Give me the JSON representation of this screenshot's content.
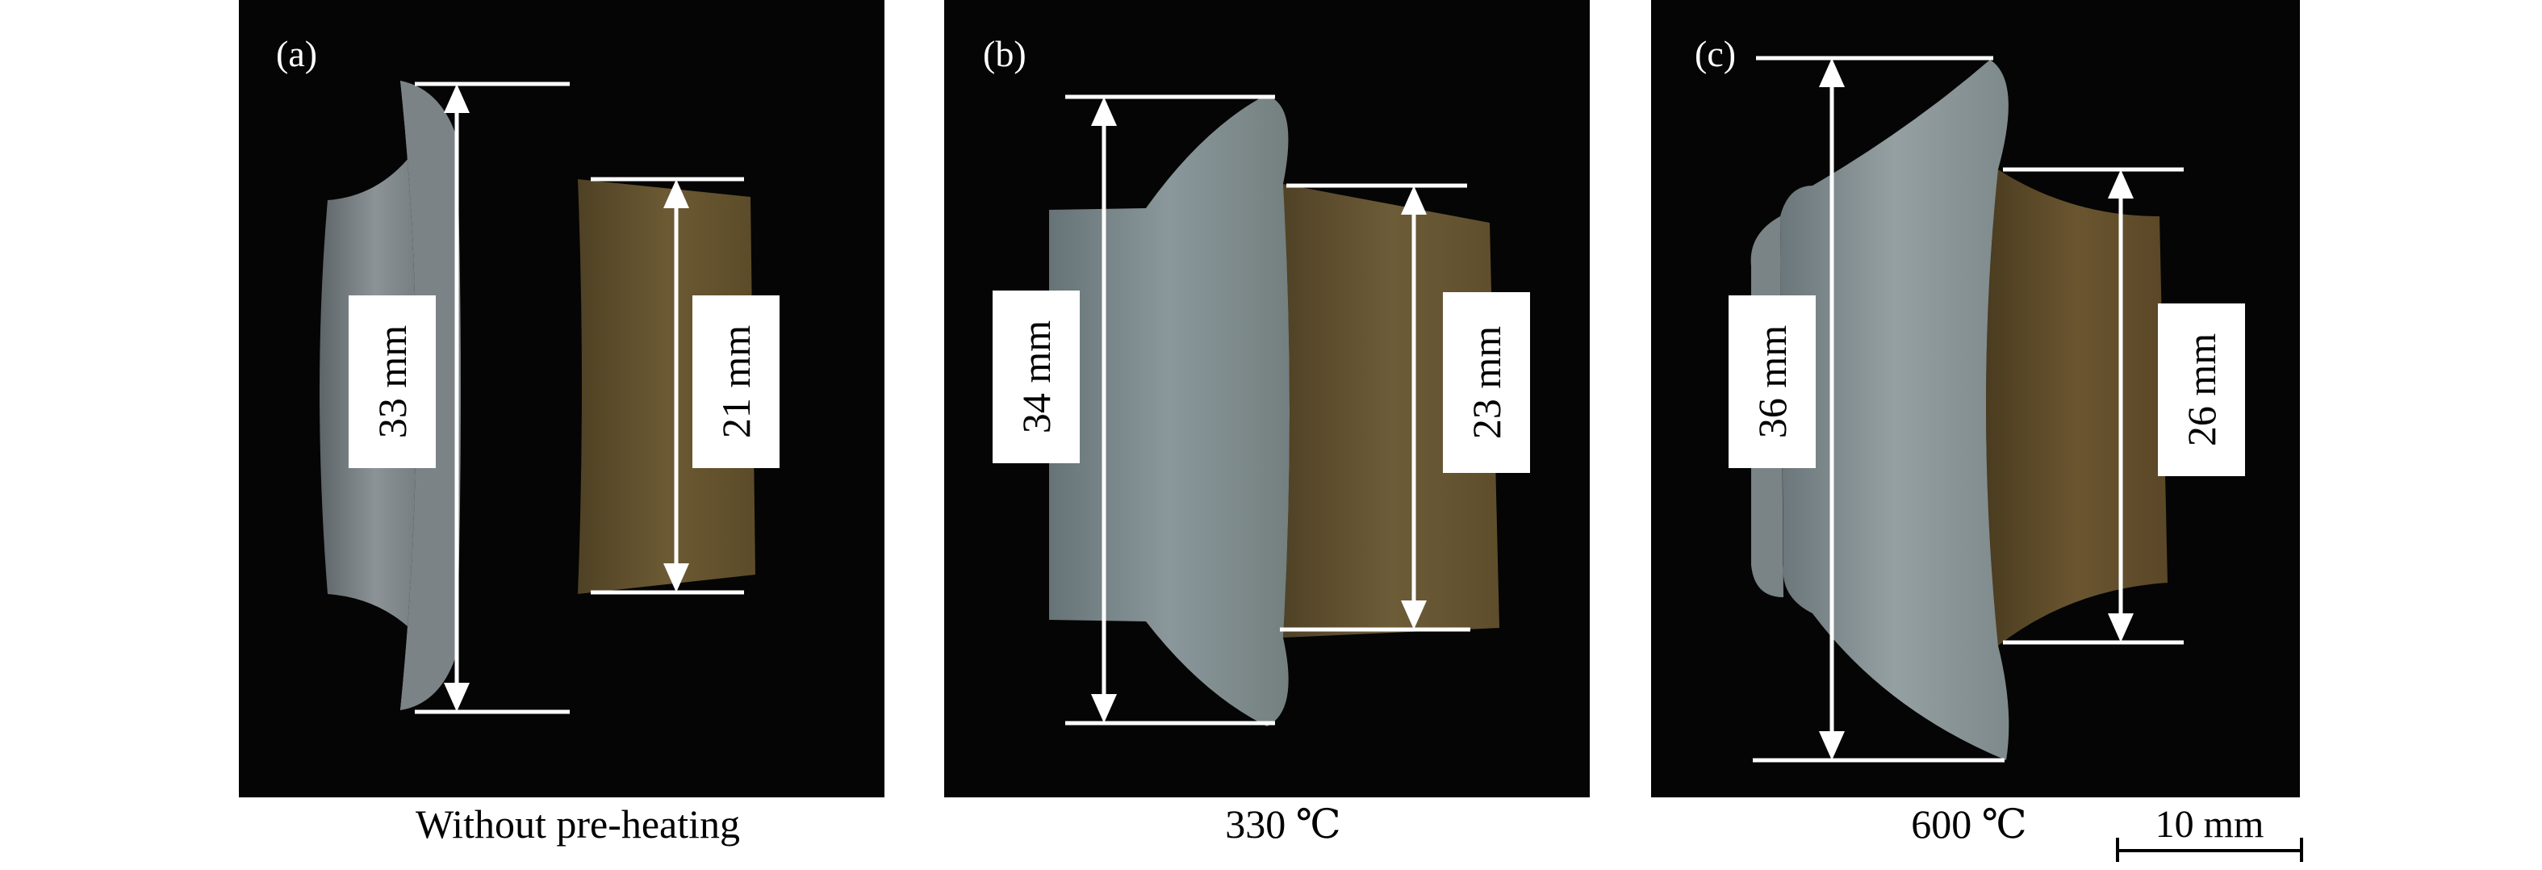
{
  "panels": [
    {
      "label": "(a)",
      "caption": "Without pre-heating",
      "left_dimension": "33 mm",
      "right_dimension": "21 mm",
      "left_color": "#8c9397",
      "right_color": "#6c5a34"
    },
    {
      "label": "(b)",
      "caption": "330 ℃",
      "left_dimension": "34 mm",
      "right_dimension": "23 mm",
      "left_color": "#8a979b",
      "right_color": "#6d5c38"
    },
    {
      "label": "(c)",
      "caption": "600 ℃",
      "left_dimension": "36 mm",
      "right_dimension": "26 mm",
      "left_color": "#95a0a3",
      "right_color": "#6a5530"
    }
  ],
  "scale_bar": {
    "label": "10 mm"
  }
}
